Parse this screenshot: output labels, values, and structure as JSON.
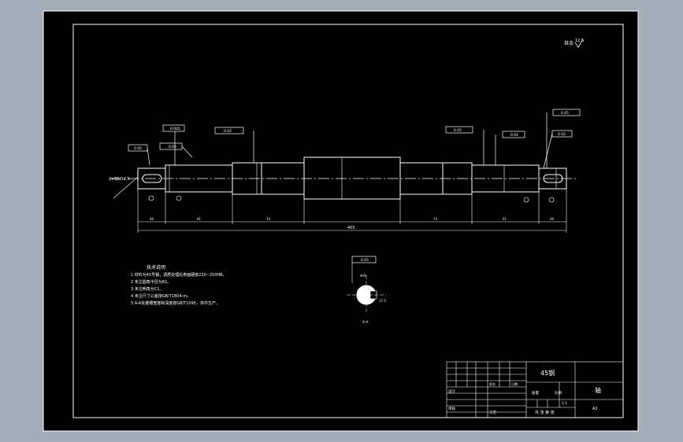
{
  "drawing": {
    "roughness_note": "其余",
    "roughness_value": "12.5",
    "spec_title": "技术说明",
    "spec_lines": [
      "1 材料为45号钢，调质处理后表面硬度220~250HB。",
      "2 未注圆角半径为R1。",
      "3 未注倒角为C1。",
      "4 未注尺寸公差按GB/T1804-m。",
      "5 A-A处键槽宽度和深度按GB/T1095，单件生产。"
    ],
    "overall_length": "405",
    "dim_segments": [
      "40",
      "91",
      "74",
      "74",
      "91",
      "40"
    ],
    "left_callout": "2×B6/12.5",
    "section_label": "A-A",
    "section_tolerance": "0.05",
    "small_dims": [
      "4h9",
      "17.5"
    ]
  },
  "title_block": {
    "material": "45钢",
    "part_name": "轴",
    "scale": "1:1",
    "sheet_info": "共 张 第 张",
    "designer": "设计",
    "checker": "审核",
    "process": "工艺",
    "date_col": "日期",
    "sign_col": "签名",
    "drawing_no": "A2",
    "mass_label": "质量",
    "scale_label": "比例"
  },
  "tolerances": [
    "0.05",
    "0.05",
    "0.005",
    "0.02",
    "0.05",
    "0.02",
    "0.05",
    "0.02",
    "0.05"
  ]
}
